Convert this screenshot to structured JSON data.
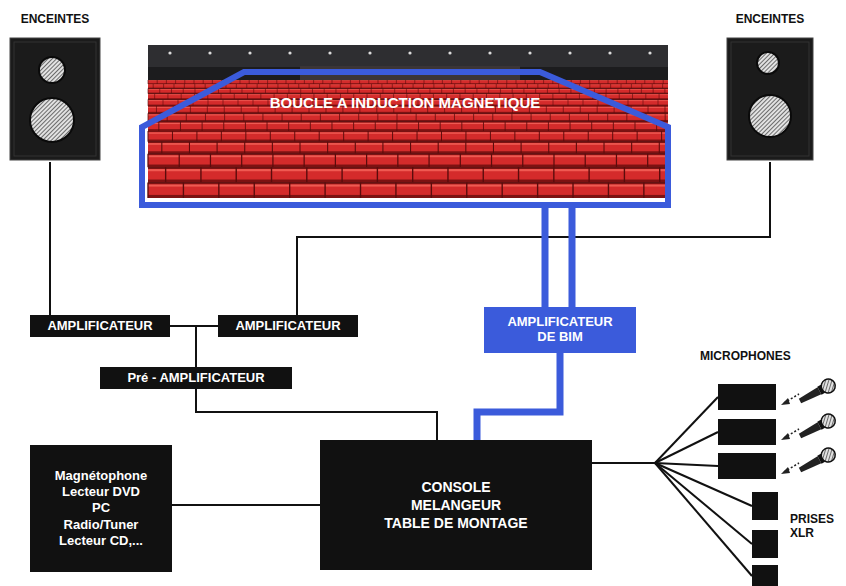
{
  "diagram": {
    "nodes": [
      {
        "text": [
          "ENCEINTES"
        ]
      },
      {
        "text": [
          "BOUCLE A INDUCTION MAGNETIQUE"
        ]
      },
      {
        "text": [
          "ENCEINTES"
        ]
      },
      {
        "text": [
          "AMPLIFICATEUR"
        ]
      },
      {
        "text": [
          "AMPLIFICATEUR"
        ]
      },
      {
        "text": [
          "AMPLIFICATEUR DE BIM"
        ]
      },
      {
        "text": [
          "Pré - AMPLIFICATEUR"
        ]
      },
      {
        "text": [
          "Magnétophone",
          "Lecteur DVD",
          "PC",
          "Radio/Tuner",
          "Lecteur CD,..."
        ]
      },
      {
        "text": [
          "CONSOLE",
          "MELANGEUR",
          "TABLE DE MONTAGE"
        ]
      }
    ],
    "edges": [
      {
        "from": 7,
        "to": 8,
        "arrow": "none"
      },
      {
        "from": 8,
        "to": 6,
        "arrow": "none"
      },
      {
        "from": 6,
        "to": 3,
        "arrow": "none"
      },
      {
        "from": 6,
        "to": 4,
        "arrow": "none"
      },
      {
        "from": 3,
        "to": 0,
        "arrow": "none"
      },
      {
        "from": 4,
        "to": 2,
        "arrow": "none"
      },
      {
        "from": 8,
        "to": 5,
        "arrow": "none"
      },
      {
        "from": 5,
        "to": 1,
        "arrow": "none"
      }
    ],
    "labels": [
      "MICROPHONES",
      "PRISES XLR"
    ]
  }
}
